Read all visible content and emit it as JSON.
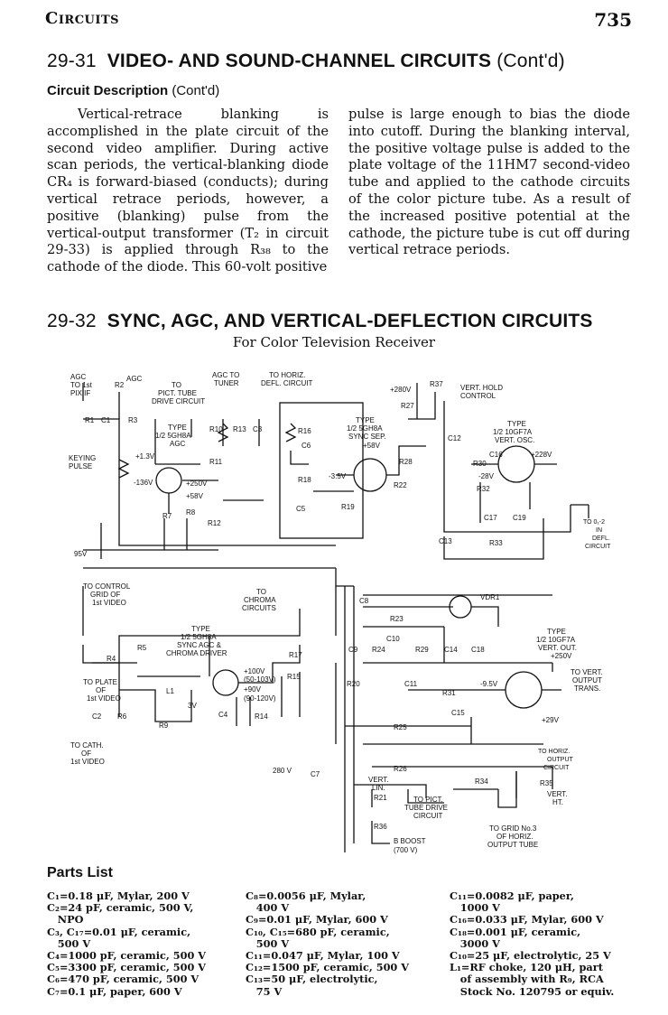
{
  "header": {
    "running_title": "Circuits",
    "page_number": "735"
  },
  "section_1": {
    "number": "29-31",
    "title": "VIDEO- AND SOUND-CHANNEL CIRCUITS",
    "cont": "(Cont'd)"
  },
  "subheading": {
    "title": "Circuit Description",
    "cont": "(Cont'd)"
  },
  "body": {
    "left_column": "Vertical-retrace blanking is accomplished in the plate circuit of the second video amplifier. During active scan periods, the vertical-blanking diode CR₄ is forward-biased (conducts); during vertical retrace periods, however, a positive (blanking) pulse from the vertical-output transformer (T₂ in circuit 29-33) is applied through R₃₈ to the cathode of the diode. This 60-volt positive",
    "right_column": "pulse is large enough to bias the diode into cutoff. During the blanking interval, the positive voltage pulse is added to the plate voltage of the 11HM7 second-video tube and applied to the cathode circuits of the color picture tube. As a result of the increased positive potential at the cathode, the picture tube is cut off during vertical retrace periods."
  },
  "section_2": {
    "number": "29-32",
    "title": "SYNC, AGC, AND VERTICAL-DEFLECTION CIRCUITS",
    "subtitle": "For Color Television Receiver"
  },
  "schematic": {
    "agc_to_pix_if": [
      "AGC",
      "TO 1st",
      "PIX IF"
    ],
    "agc": "AGC",
    "to_pict_tube": [
      "TO",
      "PICT. TUBE",
      "DRIVE CIRCUIT"
    ],
    "agc_to_tuner": [
      "AGC TO",
      "TUNER"
    ],
    "to_horiz_defl": [
      "TO HORIZ.",
      "DEFL. CIRCUIT"
    ],
    "v280": "+280V",
    "vert_hold": [
      "VERT. HOLD",
      "CONTROL"
    ],
    "r37": "R37",
    "r27": "R27",
    "type_agc": [
      "TYPE",
      "1/2 5GH8A",
      "AGC"
    ],
    "type_sync_sep": [
      "TYPE",
      "1/2 5GH8A",
      "SYNC SEP."
    ],
    "type_vert_osc": [
      "TYPE",
      "1/2 10GF7A",
      "VERT. OSC."
    ],
    "v58": "+58V",
    "v228": "+228V",
    "v28n": "-28V",
    "v35n": "-3.5V",
    "keying_pulse": [
      "KEYING",
      "PULSE"
    ],
    "v13": "+1.3V",
    "v136n": "-136V",
    "v250a": "+250V",
    "v58b": "+58V",
    "v95": "95V",
    "to_defl": [
      "TO 0₁-2",
      "IN",
      "DEFL.",
      "CIRCUIT"
    ],
    "to_control_grid": [
      "TO CONTROL",
      "GRID OF",
      "1st VIDEO"
    ],
    "to_chroma": [
      "TO",
      "CHROMA",
      "CIRCUITS"
    ],
    "type_sync_agc": [
      "TYPE",
      "1/2 5GH8A",
      "SYNC AGC &",
      "CHROMA DRIVER"
    ],
    "to_plate": [
      "TO PLATE",
      "OF",
      "1st VIDEO"
    ],
    "to_cath": [
      "TO CATH.",
      "OF",
      "1st VIDEO"
    ],
    "v100": "+100V",
    "v50_103": "(50-103V)",
    "v90": "+90V",
    "v90_120": "(90-120V)",
    "v3": "3V",
    "v280b": "280 V",
    "vdr1": "VDR1",
    "type_vert_out": [
      "TYPE",
      "1/2 10GF7A",
      "VERT. OUT."
    ],
    "v250b": "+250V",
    "v95n": "-9.5V",
    "to_vert_trans": [
      "TO VERT.",
      "OUTPUT",
      "TRANS."
    ],
    "v29": "+29V",
    "to_horiz_out": [
      "TO HORIZ.",
      "OUTPUT",
      "CIRCUIT"
    ],
    "vert_lin": [
      "VERT.",
      "LIN."
    ],
    "vert_ht": [
      "VERT.",
      "HT."
    ],
    "to_pict_drive": [
      "TO PICT.",
      "TUBE DRIVE",
      "CIRCUIT"
    ],
    "b_boost": [
      "B BOOST",
      "(700 V)"
    ],
    "to_grid3": [
      "TO GRID No.3",
      "OF HORIZ.",
      "OUTPUT TUBE"
    ],
    "component_labels": [
      "R2",
      "R1",
      "C1",
      "R3",
      "R10",
      "R13",
      "C3",
      "R16",
      "C6",
      "R18",
      "R28",
      "R22",
      "R19",
      "C5",
      "C12",
      "R30",
      "C16",
      "R32",
      "C17",
      "C19",
      "C13",
      "R33",
      "R11",
      "R7",
      "R8",
      "R12",
      "C8",
      "R23",
      "C10",
      "C9",
      "R24",
      "R29",
      "C14",
      "C18",
      "R20",
      "C11",
      "R31",
      "C15",
      "R25",
      "R26",
      "R34",
      "R35",
      "R36",
      "R21",
      "C7",
      "R4",
      "R5",
      "R6",
      "C2",
      "R9",
      "L1",
      "C4",
      "R14",
      "R15",
      "R17"
    ]
  },
  "parts_list": {
    "title": "Parts List",
    "col1": [
      "C₁=0.18 μF, Mylar, 200 V",
      "C₂=24 pF, ceramic, 500 V,",
      "   NPO",
      "C₃, C₁₇=0.01 μF, ceramic,",
      "   500 V",
      "C₄=1000 pF, ceramic, 500 V",
      "C₅=3300 pF, ceramic, 500 V",
      "C₆=470 pF, ceramic, 500 V",
      "C₇=0.1 μF, paper, 600 V"
    ],
    "col2": [
      "C₈=0.0056 μF, Mylar,",
      "   400 V",
      "C₉=0.01 μF, Mylar, 600 V",
      "C₁₀, C₁₅=680 pF, ceramic,",
      "   500 V",
      "C₁₁=0.047 μF, Mylar, 100 V",
      "C₁₂=1500 pF, ceramic, 500 V",
      "C₁₃=50 μF, electrolytic,",
      "   75 V"
    ],
    "col3": [
      "C₁₁=0.0082 μF, paper,",
      "   1000 V",
      "C₁₆=0.033 μF, Mylar, 600 V",
      "C₁₈=0.001 μF, ceramic,",
      "   3000 V",
      "C₁₀=25 μF, electrolytic, 25 V",
      "L₁=RF choke, 120 μH, part",
      "   of assembly with R₉, RCA",
      "   Stock No. 120795 or equiv."
    ]
  }
}
